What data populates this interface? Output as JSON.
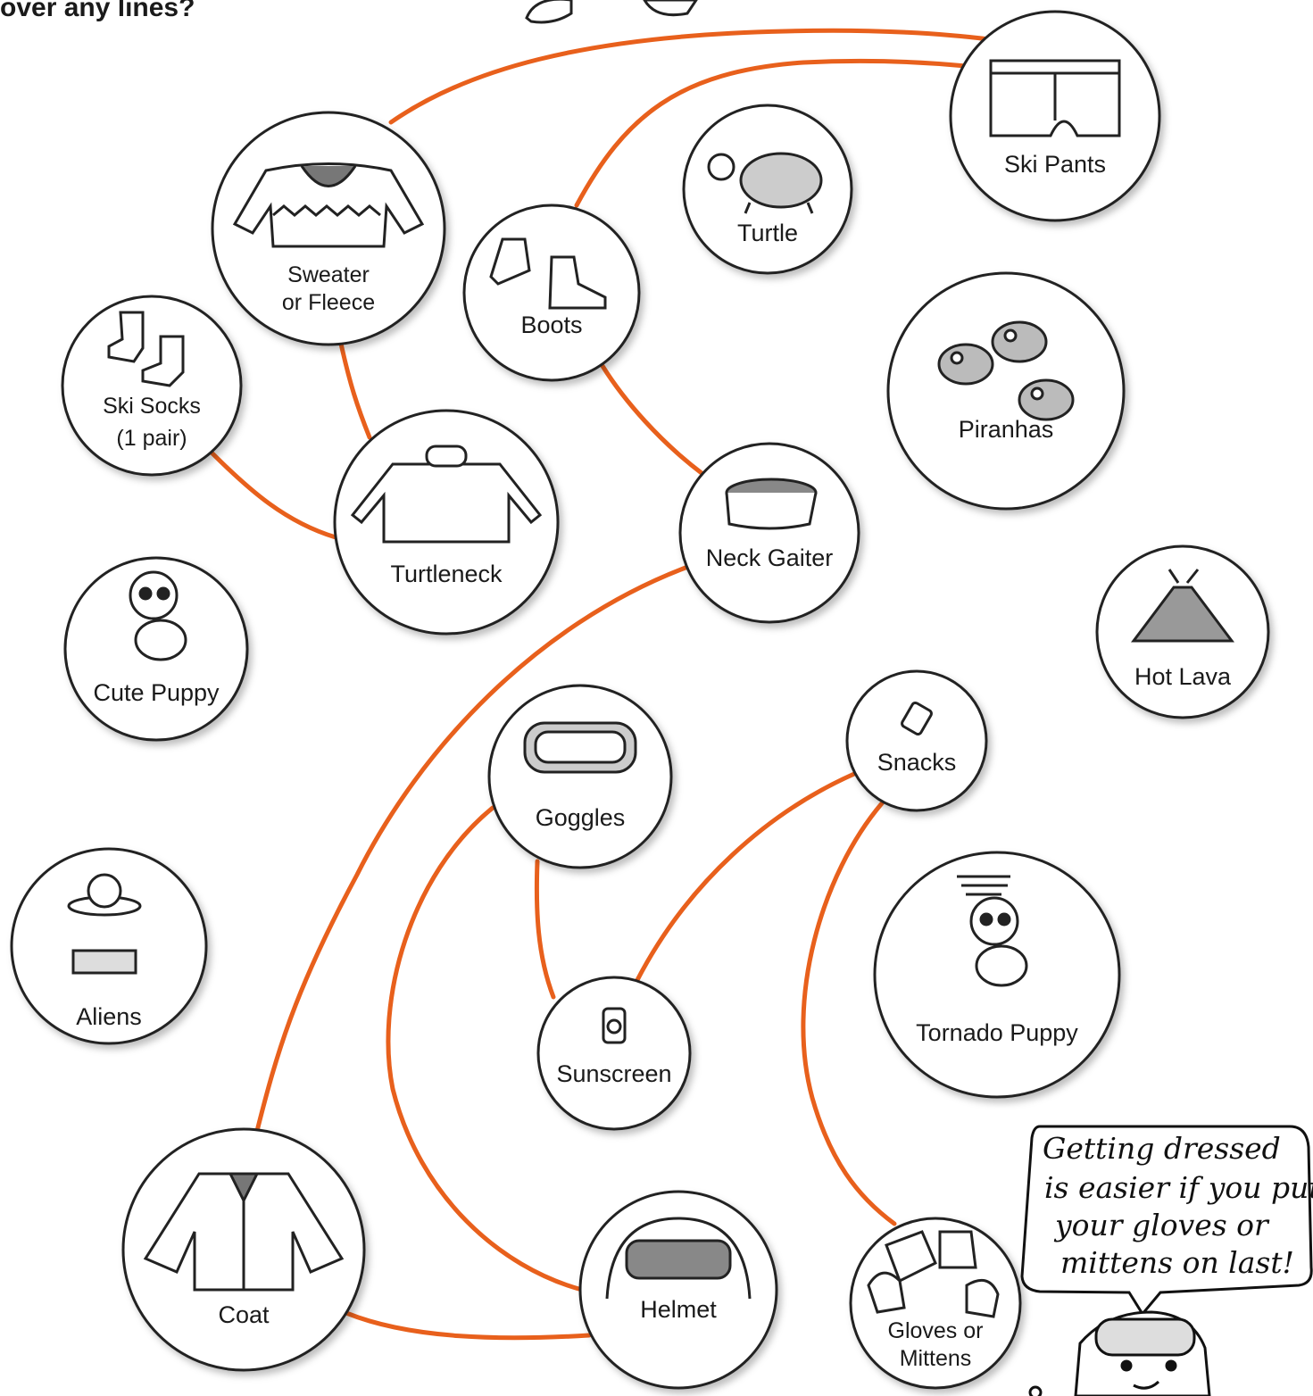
{
  "question_fragment": "over any lines?",
  "nodes": {
    "ski_pants": "Ski Pants",
    "turtle": "Turtle",
    "sweater": [
      "Sweater",
      "or Fleece"
    ],
    "boots": "Boots",
    "ski_socks": [
      "Ski Socks",
      "(1 pair)"
    ],
    "piranhas": "Piranhas",
    "turtleneck": "Turtleneck",
    "neck_gaiter": "Neck Gaiter",
    "cute_puppy": "Cute Puppy",
    "hot_lava": "Hot Lava",
    "goggles": "Goggles",
    "snacks": "Snacks",
    "aliens": "Aliens",
    "tornado_puppy": "Tornado Puppy",
    "sunscreen": "Sunscreen",
    "coat": "Coat",
    "helmet": "Helmet",
    "gloves": [
      "Gloves or",
      "Mittens"
    ]
  },
  "edges": [
    [
      "sweater",
      "ski_pants"
    ],
    [
      "boots",
      "ski_pants"
    ],
    [
      "sweater",
      "turtleneck"
    ],
    [
      "ski_socks",
      "turtleneck"
    ],
    [
      "boots",
      "neck_gaiter"
    ],
    [
      "neck_gaiter",
      "coat"
    ],
    [
      "goggles",
      "helmet"
    ],
    [
      "goggles",
      "sunscreen"
    ],
    [
      "snacks",
      "sunscreen"
    ],
    [
      "snacks",
      "gloves"
    ],
    [
      "coat",
      "helmet"
    ]
  ],
  "speech_bubble": [
    "Getting dressed",
    "is easier if you put",
    "your gloves or",
    "mittens on last!"
  ],
  "colors": {
    "edge": "#e8601c",
    "stroke": "#222222",
    "background": "#ffffff"
  }
}
